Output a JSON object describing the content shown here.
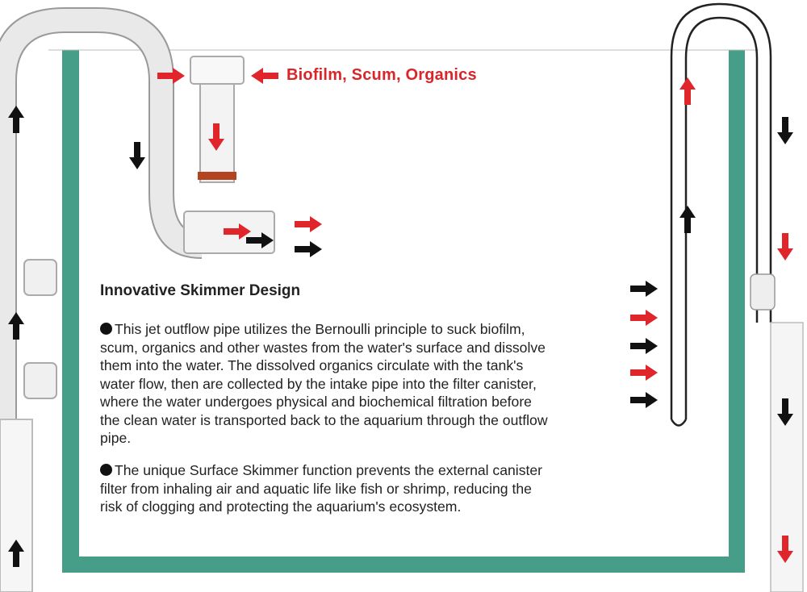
{
  "callout": "Biofilm, Scum, Organics",
  "heading": "Innovative Skimmer Design",
  "paragraphs": [
    {
      "lines": [
        "This jet outflow pipe utilizes the Bernoulli principle to suck biofilm,",
        "scum, organics and other wastes from the water's surface and dissolve",
        "them into the water. The dissolved organics circulate with the tank's",
        "water flow, then are collected by the intake pipe into the filter canister,",
        "where the water undergoes physical and biochemical filtration before",
        "the clean water is transported back to the aquarium through the outflow",
        "pipe."
      ]
    },
    {
      "lines": [
        "The unique Surface Skimmer function prevents the external canister",
        "filter from inhaling air and aquatic life like fish or shrimp, reducing the",
        "risk of clogging and protecting the aquarium's ecosystem."
      ]
    }
  ],
  "colors": {
    "tank": "#479e88",
    "arrow_red": "#e0262b",
    "arrow_black": "#111111",
    "text_red": "#d9262a"
  }
}
